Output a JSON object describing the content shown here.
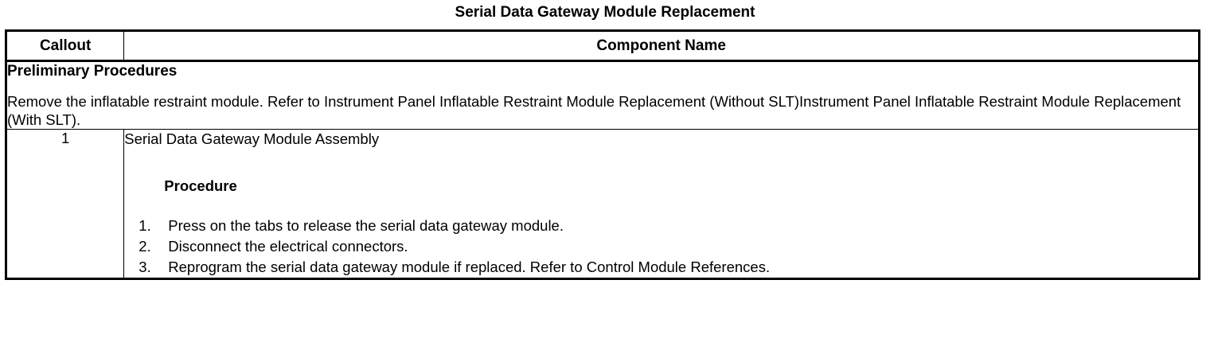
{
  "document": {
    "title": "Serial Data Gateway Module Replacement"
  },
  "table": {
    "headers": {
      "callout": "Callout",
      "component_name": "Component Name"
    },
    "preliminary": {
      "heading": "Preliminary Procedures",
      "body": "Remove the inflatable restraint module. Refer to Instrument Panel Inflatable Restraint Module Replacement (Without SLT)Instrument Panel Inflatable Restraint Module Replacement (With SLT)."
    },
    "rows": [
      {
        "callout": "1",
        "component_name": "Serial Data Gateway Module Assembly",
        "procedure_heading": "Procedure",
        "steps": [
          {
            "number": "1.",
            "text": "Press on the tabs to release the serial data gateway module."
          },
          {
            "number": "2.",
            "text": "Disconnect the electrical connectors."
          },
          {
            "number": "3.",
            "text": "Reprogram the serial data gateway module if replaced. Refer to Control Module References."
          }
        ]
      }
    ]
  }
}
